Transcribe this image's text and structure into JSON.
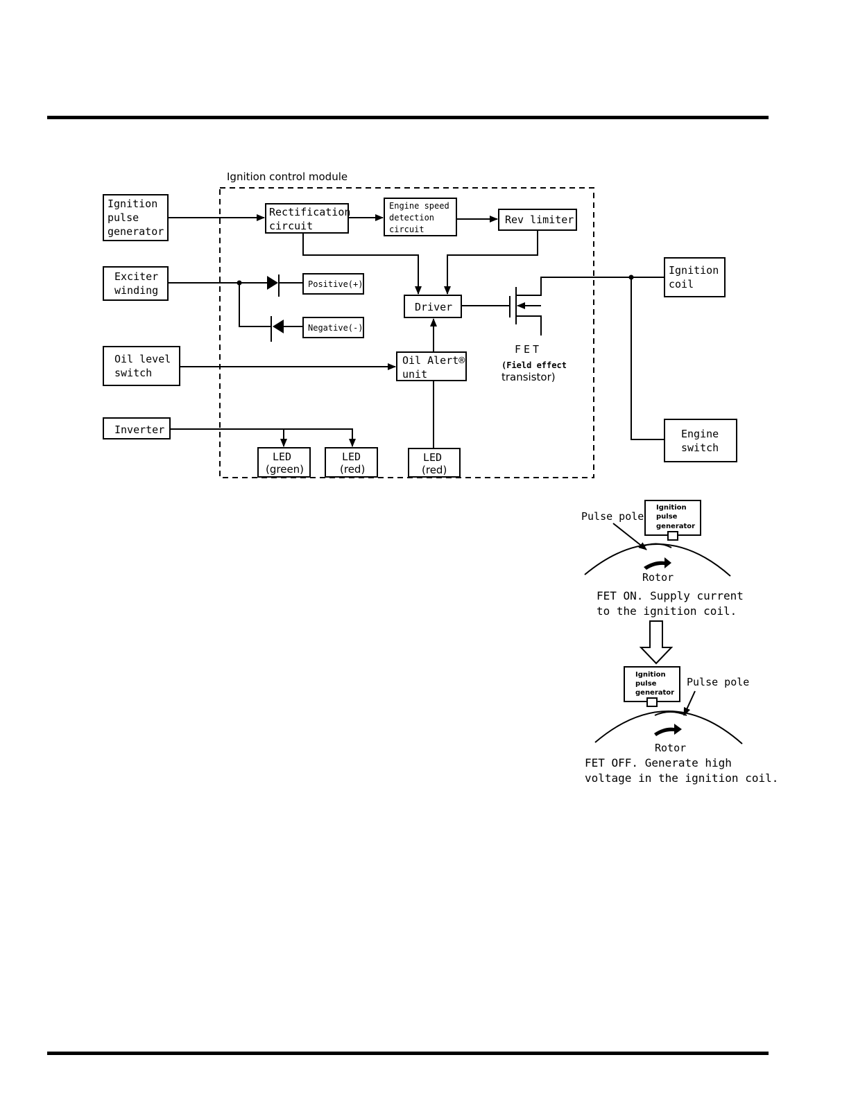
{
  "module_title": "Ignition control module",
  "blocks": {
    "ignition_pulse_generator": [
      "Ignition",
      "pulse",
      "generator"
    ],
    "exciter_winding": [
      "Exciter",
      "winding"
    ],
    "oil_level_switch": [
      "Oil level",
      "switch"
    ],
    "inverter": [
      "Inverter"
    ],
    "rectification_circuit": [
      "Rectification",
      "circuit"
    ],
    "engine_speed_detection_circuit": [
      "Engine speed",
      "detection",
      "circuit"
    ],
    "rev_limiter": [
      "Rev limiter"
    ],
    "positive": [
      "Positive(+)"
    ],
    "negative": [
      "Negative(-)"
    ],
    "driver": [
      "Driver"
    ],
    "oil_alert_unit": [
      "Oil Alert®",
      "unit"
    ],
    "led_green": [
      "LED",
      "(green)"
    ],
    "led_red_1": [
      "LED",
      "(red)"
    ],
    "led_red_2": [
      "LED",
      "(red)"
    ],
    "ignition_coil": [
      "Ignition",
      "coil"
    ],
    "engine_switch": [
      "Engine",
      "switch"
    ]
  },
  "fet": {
    "label": "FET",
    "desc_line1": "(Field effect",
    "desc_line2": "transistor)"
  },
  "operation": {
    "top": {
      "pulse_pole": "Pulse pole",
      "generator": [
        "Ignition",
        "pulse",
        "generator"
      ],
      "rotor": "Rotor",
      "caption": [
        "FET ON. Supply current",
        "to the ignition coil."
      ]
    },
    "bottom": {
      "pulse_pole": "Pulse pole",
      "generator": [
        "Ignition",
        "pulse",
        "generator"
      ],
      "rotor": "Rotor",
      "caption": [
        "FET OFF. Generate high",
        "voltage in the ignition coil."
      ]
    }
  }
}
